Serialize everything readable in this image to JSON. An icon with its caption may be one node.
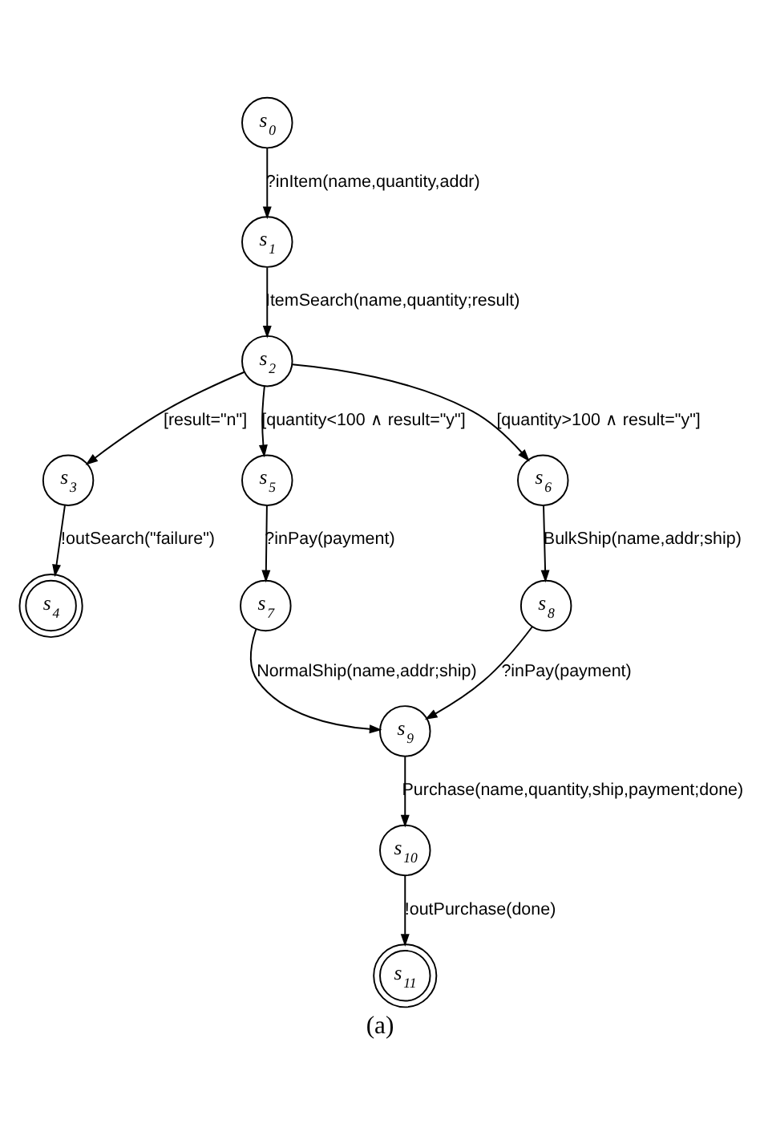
{
  "diagram": {
    "caption": "(a)",
    "nodes": [
      {
        "text": [
          "s$_{0}$"
        ]
      },
      {
        "text": [
          "s$_{1}$"
        ]
      },
      {
        "text": [
          "s$_{2}$"
        ]
      },
      {
        "text": [
          "s$_{3}$"
        ]
      },
      {
        "text": [
          "s$_{4}$"
        ]
      },
      {
        "text": [
          "s$_{5}$"
        ]
      },
      {
        "text": [
          "s$_{6}$"
        ]
      },
      {
        "text": [
          "s$_{7}$"
        ]
      },
      {
        "text": [
          "s$_{8}$"
        ]
      },
      {
        "text": [
          "s$_{9}$"
        ]
      },
      {
        "text": [
          "s$_{10}$"
        ]
      },
      {
        "text": [
          "s$_{11}$"
        ]
      }
    ],
    "edges": [
      {
        "from": 0,
        "to": 1,
        "arrow": "to",
        "label": "?inItem(name,quantity,addr)"
      },
      {
        "from": 1,
        "to": 2,
        "arrow": "to",
        "label": "ItemSearch(name,quantity;result)"
      },
      {
        "from": 2,
        "to": 5,
        "arrow": "to",
        "label": "[quantity<100 ∧ result=\"y\"]"
      },
      {
        "from": 2,
        "to": 3,
        "arrow": "to",
        "label": "[result=\"n\"]"
      },
      {
        "from": 2,
        "to": 6,
        "arrow": "to",
        "label": "[quantity>100 ∧ result=\"y\"]"
      },
      {
        "from": 3,
        "to": 4,
        "arrow": "to",
        "label": "!outSearch(\"failure\")"
      },
      {
        "from": 5,
        "to": 7,
        "arrow": "to",
        "label": "?inPay(payment)"
      },
      {
        "from": 6,
        "to": 8,
        "arrow": "to",
        "label": "BulkShip(name,addr;ship)"
      },
      {
        "from": 7,
        "to": 9,
        "arrow": "to",
        "label": "NormalShip(name,addr;ship)"
      },
      {
        "from": 8,
        "to": 9,
        "arrow": "to",
        "label": "?inPay(payment)"
      },
      {
        "from": 9,
        "to": 10,
        "arrow": "to",
        "label": "Purchase(name,quantity,ship,payment;done)"
      },
      {
        "from": 10,
        "to": 11,
        "arrow": "to",
        "label": "!outPurchase(done)"
      }
    ]
  }
}
